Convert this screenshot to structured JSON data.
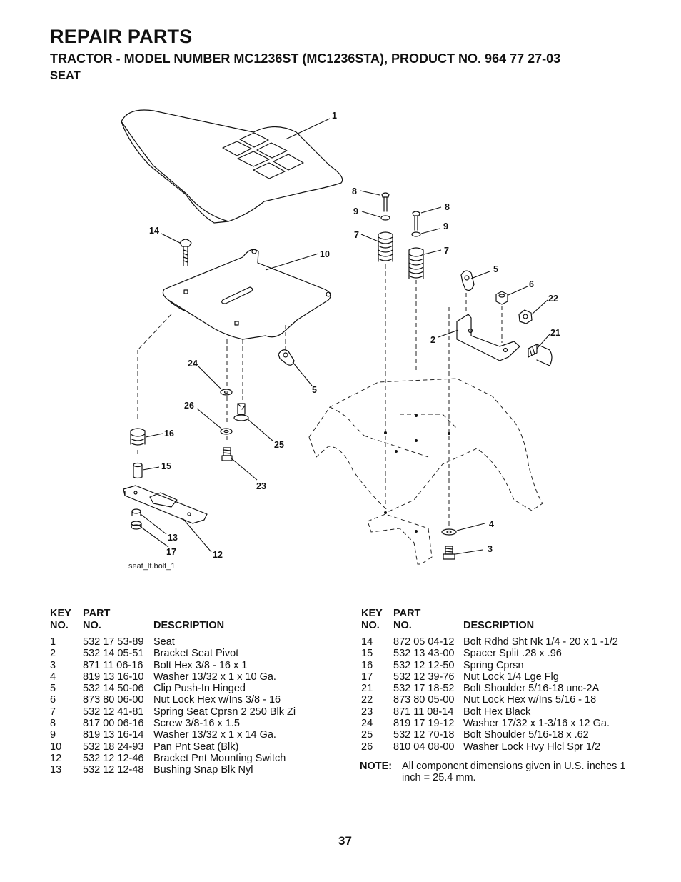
{
  "header": {
    "title": "REPAIR PARTS",
    "subtitle": "TRACTOR - MODEL NUMBER MC1236ST (MC1236STA), PRODUCT NO. 964 77 27-03",
    "section": "SEAT"
  },
  "diagram": {
    "figure_id": "seat_lt.bolt_1",
    "callouts": [
      "1",
      "8",
      "9",
      "8",
      "9",
      "7",
      "7",
      "14",
      "10",
      "5",
      "6",
      "22",
      "2",
      "21",
      "24",
      "5",
      "26",
      "16",
      "25",
      "15",
      "23",
      "13",
      "17",
      "12",
      "4",
      "3"
    ]
  },
  "table_headers": {
    "key_line1": "KEY",
    "key_line2": "NO.",
    "part_line1": "PART",
    "part_line2": "NO.",
    "description": "DESCRIPTION"
  },
  "parts_left": [
    {
      "key": "1",
      "part": "532 17 53-89",
      "desc": "Seat"
    },
    {
      "key": "2",
      "part": "532 14 05-51",
      "desc": "Bracket Seat Pivot"
    },
    {
      "key": "3",
      "part": "871 11 06-16",
      "desc": "Bolt Hex 3/8 - 16 x 1"
    },
    {
      "key": "4",
      "part": "819 13 16-10",
      "desc": "Washer 13/32 x 1 x 10 Ga."
    },
    {
      "key": "5",
      "part": "532 14 50-06",
      "desc": "Clip Push-In Hinged"
    },
    {
      "key": "6",
      "part": "873 80 06-00",
      "desc": "Nut Lock Hex w/Ins 3/8 - 16"
    },
    {
      "key": "7",
      "part": "532 12 41-81",
      "desc": "Spring Seat Cprsn 2 250 Blk Zi"
    },
    {
      "key": "8",
      "part": "817 00 06-16",
      "desc": "Screw 3/8-16 x 1.5"
    },
    {
      "key": "9",
      "part": "819 13 16-14",
      "desc": "Washer 13/32 x 1 x 14 Ga."
    },
    {
      "key": "10",
      "part": "532 18 24-93",
      "desc": "Pan Pnt Seat (Blk)"
    },
    {
      "key": "12",
      "part": "532 12 12-46",
      "desc": "Bracket Pnt Mounting Switch"
    },
    {
      "key": "13",
      "part": "532 12 12-48",
      "desc": "Bushing Snap Blk Nyl"
    }
  ],
  "parts_right": [
    {
      "key": "14",
      "part": "872 05 04-12",
      "desc": "Bolt Rdhd Sht Nk 1/4 - 20 x 1 -1/2"
    },
    {
      "key": "15",
      "part": "532 13 43-00",
      "desc": "Spacer Split .28 x .96"
    },
    {
      "key": "16",
      "part": "532 12 12-50",
      "desc": "Spring Cprsn"
    },
    {
      "key": "17",
      "part": "532 12 39-76",
      "desc": "Nut Lock 1/4 Lge Flg"
    },
    {
      "key": "21",
      "part": "532 17 18-52",
      "desc": "Bolt Shoulder 5/16-18 unc-2A"
    },
    {
      "key": "22",
      "part": "873 80 05-00",
      "desc": "Nut Lock Hex w/Ins 5/16 - 18"
    },
    {
      "key": "23",
      "part": "871 11 08-14",
      "desc": "Bolt Hex Black"
    },
    {
      "key": "24",
      "part": "819 17 19-12",
      "desc": "Washer 17/32 x 1-3/16 x 12 Ga."
    },
    {
      "key": "25",
      "part": "532 12 70-18",
      "desc": "Bolt Shoulder 5/16-18 x .62"
    },
    {
      "key": "26",
      "part": "810 04 08-00",
      "desc": "Washer Lock Hvy Hlcl Spr 1/2"
    }
  ],
  "note": {
    "label": "NOTE:",
    "text": "All component dimensions given in U.S. inches 1 inch = 25.4 mm."
  },
  "page_number": "37"
}
